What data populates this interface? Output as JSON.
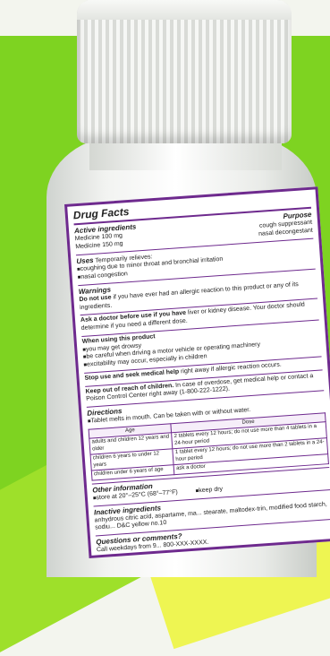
{
  "drug_facts": {
    "title": "Drug Facts",
    "active_header": "Active ingredients",
    "purpose_header": "Purpose",
    "ingredients": [
      {
        "name": "Medicine 100 mg",
        "purpose": "cough suppressant"
      },
      {
        "name": "Medicine 150 mg",
        "purpose": "nasal decongestant"
      }
    ],
    "uses": {
      "heading": "Uses",
      "intro": "Temporarily relieves:",
      "items": [
        "coughing due to minor throat and bronchial irritation",
        "nasal congestion"
      ]
    },
    "warnings": {
      "heading": "Warnings",
      "do_not_use_bold": "Do not use",
      "do_not_use_text": " if you have ever had an allergic reaction to this product or any of its ingredients.",
      "ask_doctor_bold": "Ask a doctor before use if you have",
      "ask_doctor_text": " liver or kidney disease. Your doctor should determine if you need a different dose.",
      "when_using_heading": "When using this product",
      "when_using_items": [
        "you may get drowsy",
        "be careful when driving a motor vehicle or operating machinery",
        "excitability may occur, especially in children"
      ],
      "stop_use_bold": "Stop use and seek medical help",
      "stop_use_text": " right away if allergic reaction occurs.",
      "keep_out_bold": "Keep out of reach of children.",
      "keep_out_text": " In case of overdose, get medical help or contact a Poison Control Center right away (1-800-222-1222)."
    },
    "directions": {
      "heading": "Directions",
      "intro": "Tablet melts in mouth. Can be taken with or without water.",
      "table_headers": [
        "Age",
        "Dose"
      ],
      "rows": [
        [
          "adults and children 12 years and older",
          "2 tablets every 12 hours; do not use more than 4 tablets in a 24-hour period"
        ],
        [
          "children 6 years to under 12 years",
          "1 tablet every 12 hours; do not use more than 2 tablets in a 24-hour period"
        ],
        [
          "children under 6 years of age",
          "ask a doctor"
        ]
      ]
    },
    "other_info": {
      "heading": "Other information",
      "items": [
        "store at 20°–25°C (68°–77°F)",
        "keep dry"
      ]
    },
    "inactive": {
      "heading": "Inactive ingredients",
      "text": "anhydrous citric acid, aspartame, ma... stearate, maltodex-trin, modified food starch, sodiu... D&C yellow no.10"
    },
    "questions": {
      "heading": "Questions or comments?",
      "text": "Call weekdays from 9... 800-XXX-XXXX."
    }
  }
}
